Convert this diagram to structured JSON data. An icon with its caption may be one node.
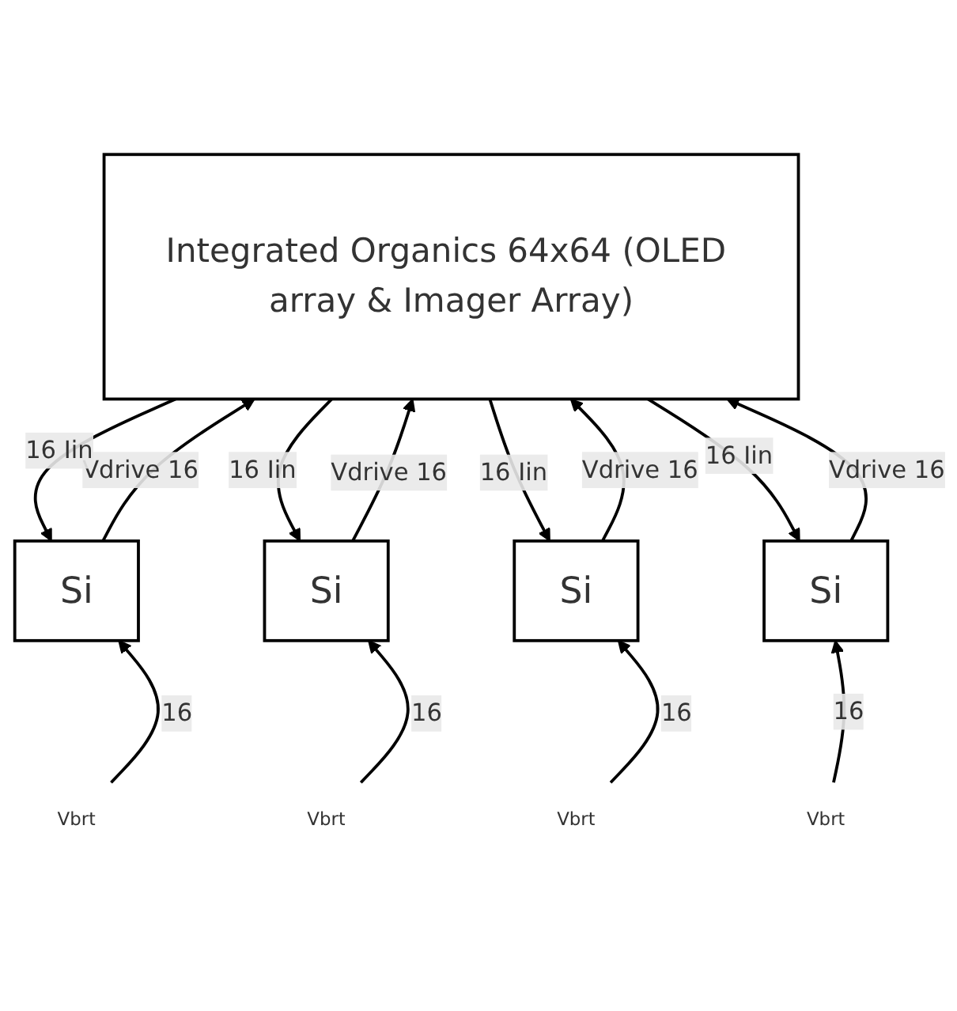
{
  "diagram": {
    "nodes": [
      {
        "text": [
          "Integrated Organics 64x64 (OLED array & Imager Array)"
        ]
      },
      {
        "text": [
          "Si"
        ]
      },
      {
        "text": [
          "Si"
        ]
      },
      {
        "text": [
          "Si"
        ]
      },
      {
        "text": [
          "Si"
        ]
      },
      {
        "text": [
          "Vbrt"
        ]
      },
      {
        "text": [
          "Vbrt"
        ]
      },
      {
        "text": [
          "Vbrt"
        ]
      },
      {
        "text": [
          "Vbrt"
        ]
      }
    ],
    "edges": [
      {
        "from": 1,
        "to": 0,
        "arrow": "to",
        "label": "Vdrive 16"
      },
      {
        "from": 0,
        "to": 1,
        "arrow": "to",
        "label": "16 Iin"
      },
      {
        "from": 5,
        "to": 1,
        "arrow": "to",
        "label": "16"
      },
      {
        "from": 2,
        "to": 0,
        "arrow": "to",
        "label": "Vdrive 16"
      },
      {
        "from": 0,
        "to": 2,
        "arrow": "to",
        "label": "16 Iin"
      },
      {
        "from": 6,
        "to": 2,
        "arrow": "to",
        "label": "16"
      },
      {
        "from": 3,
        "to": 0,
        "arrow": "to",
        "label": "Vdrive 16"
      },
      {
        "from": 0,
        "to": 3,
        "arrow": "to",
        "label": "16 Iin"
      },
      {
        "from": 7,
        "to": 3,
        "arrow": "to",
        "label": "16"
      },
      {
        "from": 4,
        "to": 0,
        "arrow": "to",
        "label": "Vdrive 16"
      },
      {
        "from": 0,
        "to": 4,
        "arrow": "to",
        "label": "16 Iin"
      },
      {
        "from": 8,
        "to": 4,
        "arrow": "to",
        "label": "16"
      }
    ]
  }
}
